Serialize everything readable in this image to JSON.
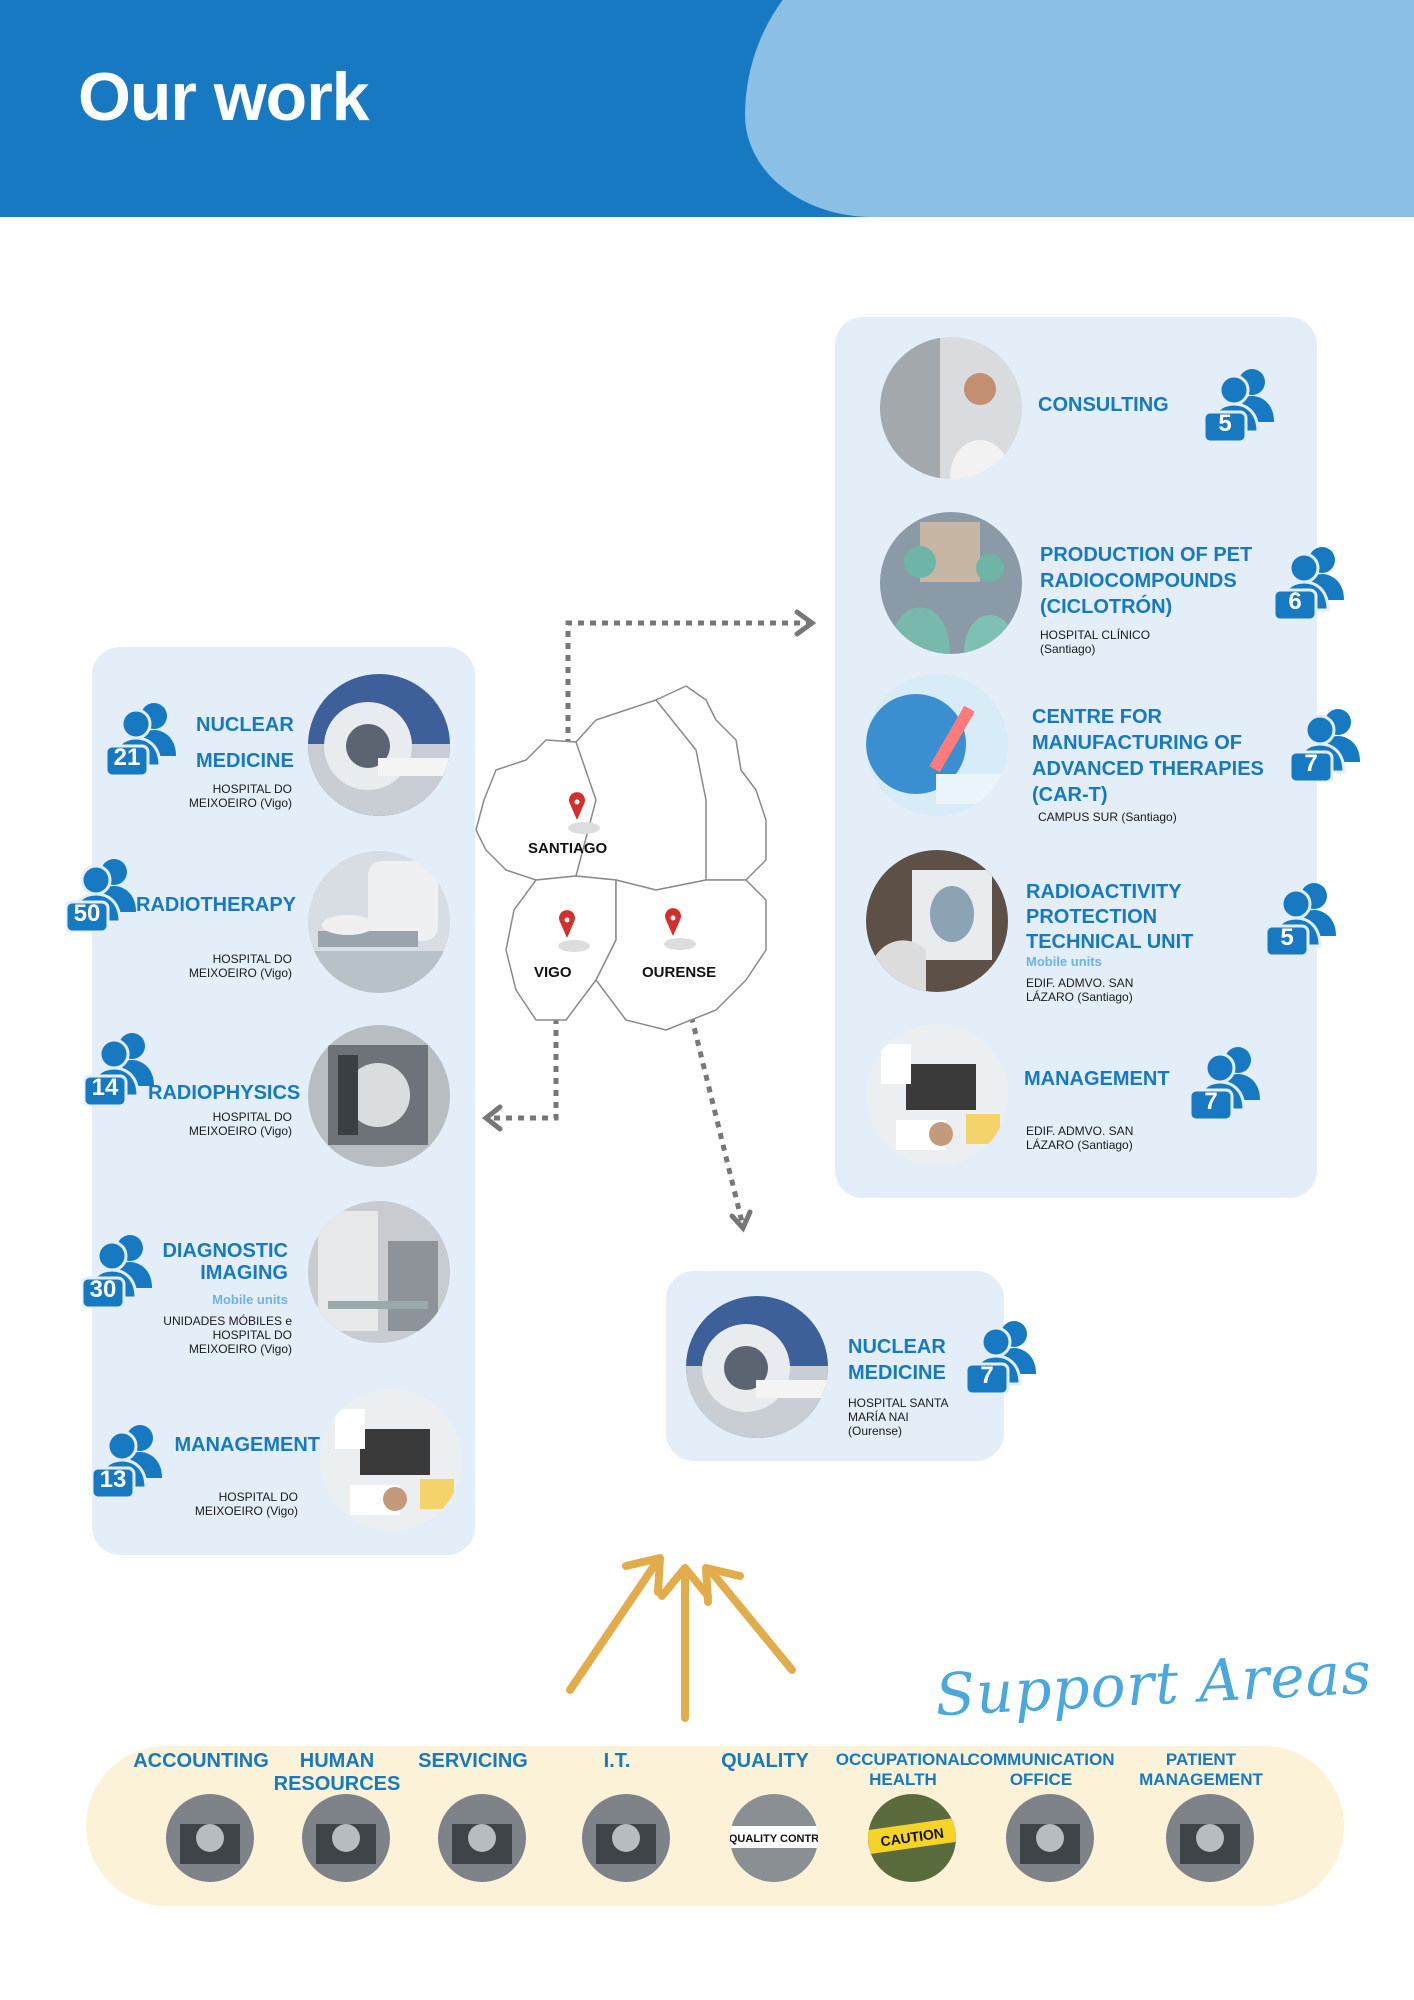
{
  "header": {
    "title": "Our work"
  },
  "colors": {
    "primary": "#1779c1",
    "light_blue": "#8bbfe3",
    "panel": "#e3eef8",
    "support_band": "#fbf2d7",
    "arrow": "#e2ac4b"
  },
  "map": {
    "cities": [
      "SANTIAGO",
      "VIGO",
      "OURENSE"
    ]
  },
  "left_units": [
    {
      "name_line1": "NUCLEAR",
      "name_line2": "MEDICINE",
      "location_line1": "HOSPITAL DO",
      "location_line2": "MEIXOEIRO (Vigo)",
      "count": "21",
      "photo": "nuclear-scanner-photo"
    },
    {
      "name_line1": "RADIOTHERAPY",
      "location_line1": "HOSPITAL DO",
      "location_line2": "MEIXOEIRO (Vigo)",
      "count": "50",
      "photo": "radiotherapy-photo"
    },
    {
      "name_line1": "RADIOPHYSICS",
      "location_line1": "HOSPITAL DO",
      "location_line2": "MEIXOEIRO (Vigo)",
      "count": "14",
      "photo": "radiophysics-photo"
    },
    {
      "name_line1": "DIAGNOSTIC",
      "name_line2": "IMAGING",
      "mobile": "Mobile units",
      "location_line1": "UNIDADES MÓBILES e",
      "location_line2": "HOSPITAL DO",
      "location_line3": "MEIXOEIRO (Vigo)",
      "count": "30",
      "photo": "mobile-unit-photo"
    },
    {
      "name_line1": "MANAGEMENT",
      "location_line1": "HOSPITAL DO",
      "location_line2": "MEIXOEIRO (Vigo)",
      "count": "13",
      "photo": "desk-work-photo"
    }
  ],
  "right_units": [
    {
      "name_line1": "CONSULTING",
      "count": "5",
      "photo": "consulting-photo"
    },
    {
      "name_line1": "PRODUCTION OF PET",
      "name_line2": "RADIOCOMPOUNDS",
      "name_line3": "(CICLOTRÓN)",
      "location_line1": "HOSPITAL CLÍNICO",
      "location_line2": "(Santiago)",
      "count": "6",
      "photo": "lab-photo"
    },
    {
      "name_line1": "CENTRE FOR",
      "name_line2": "MANUFACTURING OF",
      "name_line3": "ADVANCED THERAPIES",
      "name_line4": "(CAR-T)",
      "location_line1": "CAMPUS SUR (Santiago)",
      "count": "7",
      "photo": "pipette-photo"
    },
    {
      "name_line1": "RADIOACTIVITY",
      "name_line2": "PROTECTION",
      "name_line3": "TECHNICAL UNIT",
      "mobile": "Mobile units",
      "location_line1": "EDIF. ADMVO. SAN",
      "location_line2": "LÁZARO (Santiago)",
      "count": "5",
      "photo": "xray-photo"
    },
    {
      "name_line1": "MANAGEMENT",
      "location_line1": "EDIF. ADMVO. SAN",
      "location_line2": "LÁZARO (Santiago)",
      "count": "7",
      "photo": "desk-work-photo"
    }
  ],
  "bottom_unit": {
    "name_line1": "NUCLEAR",
    "name_line2": "MEDICINE",
    "location_line1": "HOSPITAL SANTA",
    "location_line2": "MARÍA NAI",
    "location_line3": "(Ourense)",
    "count": "7",
    "photo": "nuclear-scanner-photo"
  },
  "support": {
    "title": "Support Areas",
    "areas": [
      {
        "label": "ACCOUNTING",
        "icon": "calculator-photo"
      },
      {
        "label": "HUMAN RESOURCES",
        "icon": "handshake-photo"
      },
      {
        "label": "SERVICING",
        "icon": "tools-photo"
      },
      {
        "label": "I.T.",
        "icon": "laptop-photo"
      },
      {
        "label": "QUALITY",
        "icon": "quality-control-photo",
        "sign": "QUALITY CONTR"
      },
      {
        "label": "OCCUPATIONAL HEALTH",
        "icon": "caution-tape-photo",
        "sign": "CAUTION"
      },
      {
        "label": "COMMUNICATION OFFICE",
        "icon": "megaphone-photo"
      },
      {
        "label": "PATIENT MANAGEMENT",
        "icon": "patient-care-photo"
      }
    ]
  }
}
